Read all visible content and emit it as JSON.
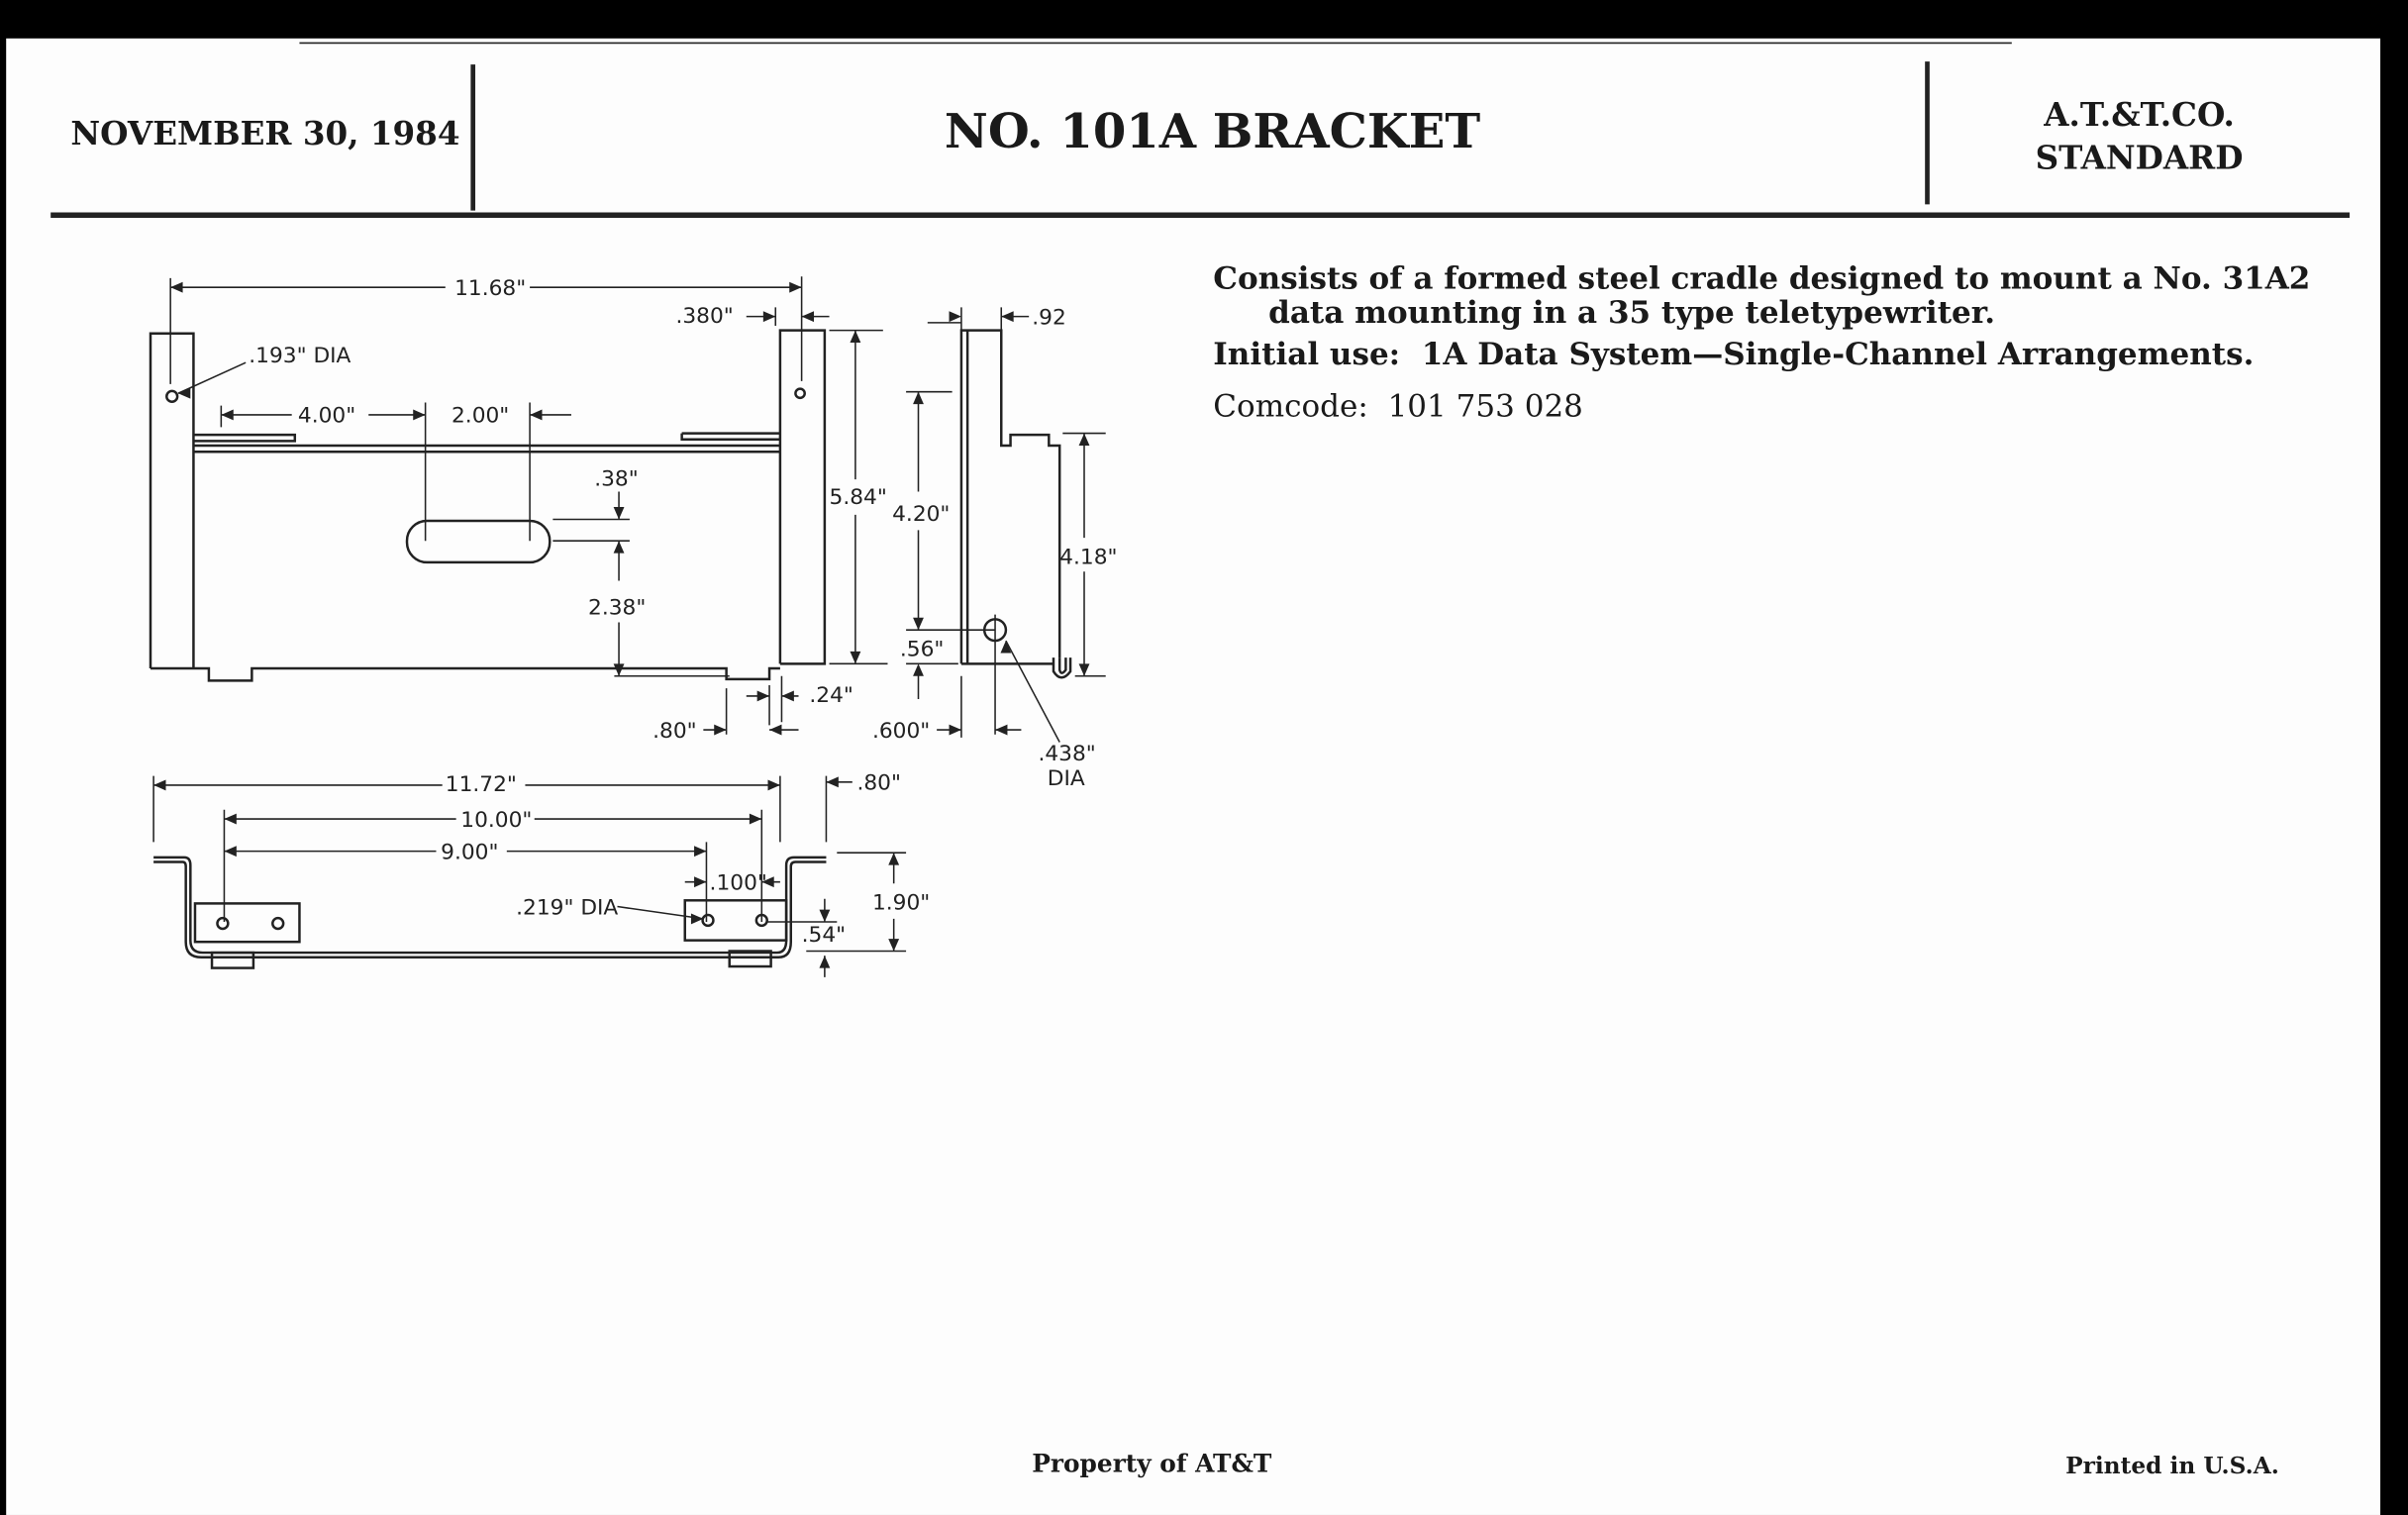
{
  "header": {
    "date": "NOVEMBER 30, 1984",
    "title": "NO. 101A BRACKET",
    "standard_line1": "A.T.&T.CO.",
    "standard_line2": "STANDARD"
  },
  "description": {
    "line1": "Consists of a formed steel cradle designed to mount a No. 31A2",
    "line2": "data mounting in a 35 type teletypewriter.",
    "initial_use_label": "Initial use:",
    "initial_use_value": "1A Data System—Single-Channel Arrangements.",
    "comcode_label": "Comcode:",
    "comcode_value": "101 753 028"
  },
  "drawing": {
    "front_view": {
      "overall_width": "11.68\"",
      "hole_offset": ".380\"",
      "hole_dia": ".193\" DIA",
      "slot_offset": "4.00\"",
      "slot_length": "2.00\"",
      "slot_width": ".38\"",
      "slot_height": "2.38\"",
      "height": "5.84\"",
      "foot_width": ".24\"",
      "foot_offset": ".80\""
    },
    "side_view": {
      "top_width": ".92",
      "hole_height": "4.20\"",
      "hole_bottom": ".56\"",
      "hook_height": "4.18\"",
      "hole_offset": ".600\"",
      "hole_dia_1": ".438\"",
      "hole_dia_2": "DIA"
    },
    "bottom_view": {
      "overall_width": "11.72\"",
      "hole_spacing_outer": "10.00\"",
      "hole_spacing_inner": "9.00\"",
      "hole_gap": ".100\"",
      "hole_dia": ".219\" DIA",
      "flange": ".80\"",
      "height": "1.90\"",
      "tab_height": ".54\""
    }
  },
  "footer": {
    "property": "Property of AT&T",
    "printed": "Printed in U.S.A."
  }
}
